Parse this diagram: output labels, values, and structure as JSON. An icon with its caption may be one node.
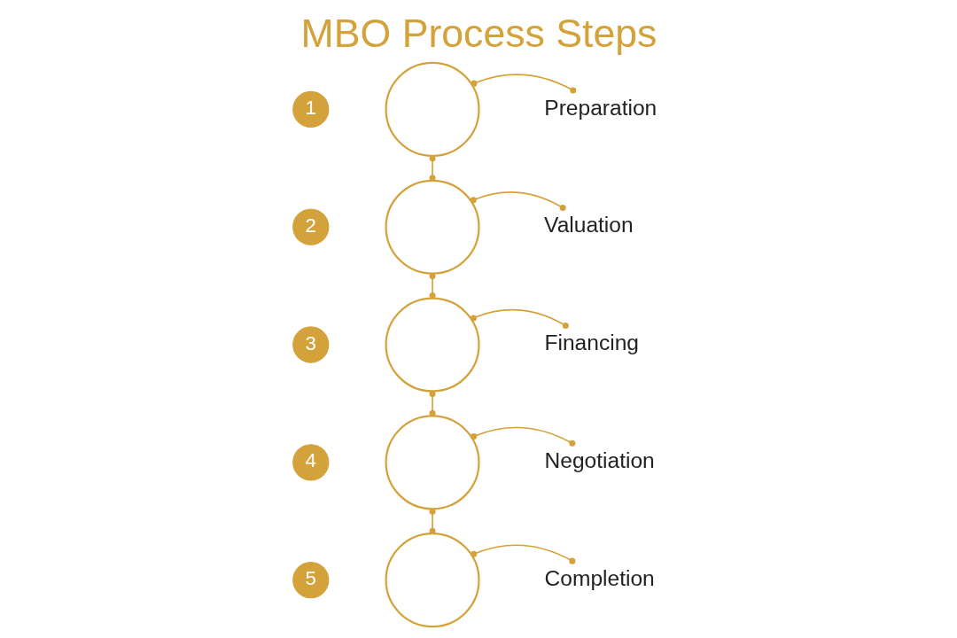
{
  "diagram": {
    "title": "MBO Process Steps",
    "nodes": [
      {
        "text": [
          "1"
        ]
      },
      {
        "text": [],
        "shape": "circle"
      },
      {
        "text": [
          "Preparation"
        ]
      },
      {
        "text": [
          "2"
        ]
      },
      {
        "text": [],
        "shape": "circle"
      },
      {
        "text": [
          "Valuation"
        ]
      },
      {
        "text": [
          "3"
        ]
      },
      {
        "text": [],
        "shape": "circle"
      },
      {
        "text": [
          "Financing"
        ]
      },
      {
        "text": [
          "4"
        ]
      },
      {
        "text": [],
        "shape": "circle"
      },
      {
        "text": [
          "Negotiation"
        ]
      },
      {
        "text": [
          "5"
        ]
      },
      {
        "text": [],
        "shape": "circle"
      },
      {
        "text": [
          "Completion"
        ]
      }
    ],
    "edges": [
      {
        "from": 1,
        "to": 2,
        "arrow": "other"
      },
      {
        "from": 1,
        "to": 4,
        "arrow": "other"
      },
      {
        "from": 4,
        "to": 5,
        "arrow": "other"
      },
      {
        "from": 4,
        "to": 7,
        "arrow": "other"
      },
      {
        "from": 7,
        "to": 8,
        "arrow": "other"
      },
      {
        "from": 7,
        "to": 10,
        "arrow": "other"
      },
      {
        "from": 10,
        "to": 11,
        "arrow": "other"
      },
      {
        "from": 10,
        "to": 13,
        "arrow": "other"
      },
      {
        "from": 13,
        "to": 14,
        "arrow": "other"
      }
    ]
  }
}
